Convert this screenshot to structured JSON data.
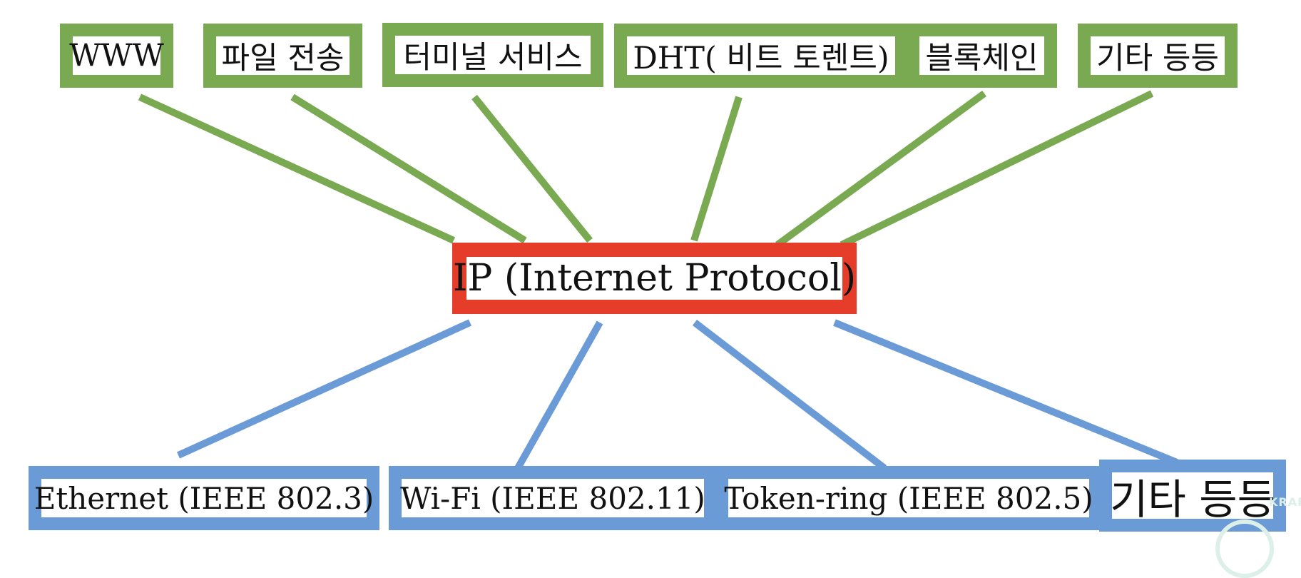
{
  "diagram": {
    "top_nodes": [
      {
        "label": "WWW"
      },
      {
        "label": "파일 전송"
      },
      {
        "label": "터미널 서비스"
      },
      {
        "label": "DHT( 비트 토렌트)"
      },
      {
        "label": "블록체인"
      },
      {
        "label": "기타 등등"
      }
    ],
    "center_node": {
      "label": "IP (Internet Protocol)"
    },
    "bottom_nodes": [
      {
        "label": "Ethernet (IEEE 802.3)"
      },
      {
        "label": "Wi-Fi (IEEE 802.11)"
      },
      {
        "label": "Token-ring (IEEE 802.5)"
      },
      {
        "label": "기타 등등"
      }
    ]
  },
  "colors": {
    "top_layer": "#79a950",
    "center": "#e63d2a",
    "bottom_layer": "#6b9bd6"
  },
  "watermark": {
    "text": "KRAFTO"
  }
}
